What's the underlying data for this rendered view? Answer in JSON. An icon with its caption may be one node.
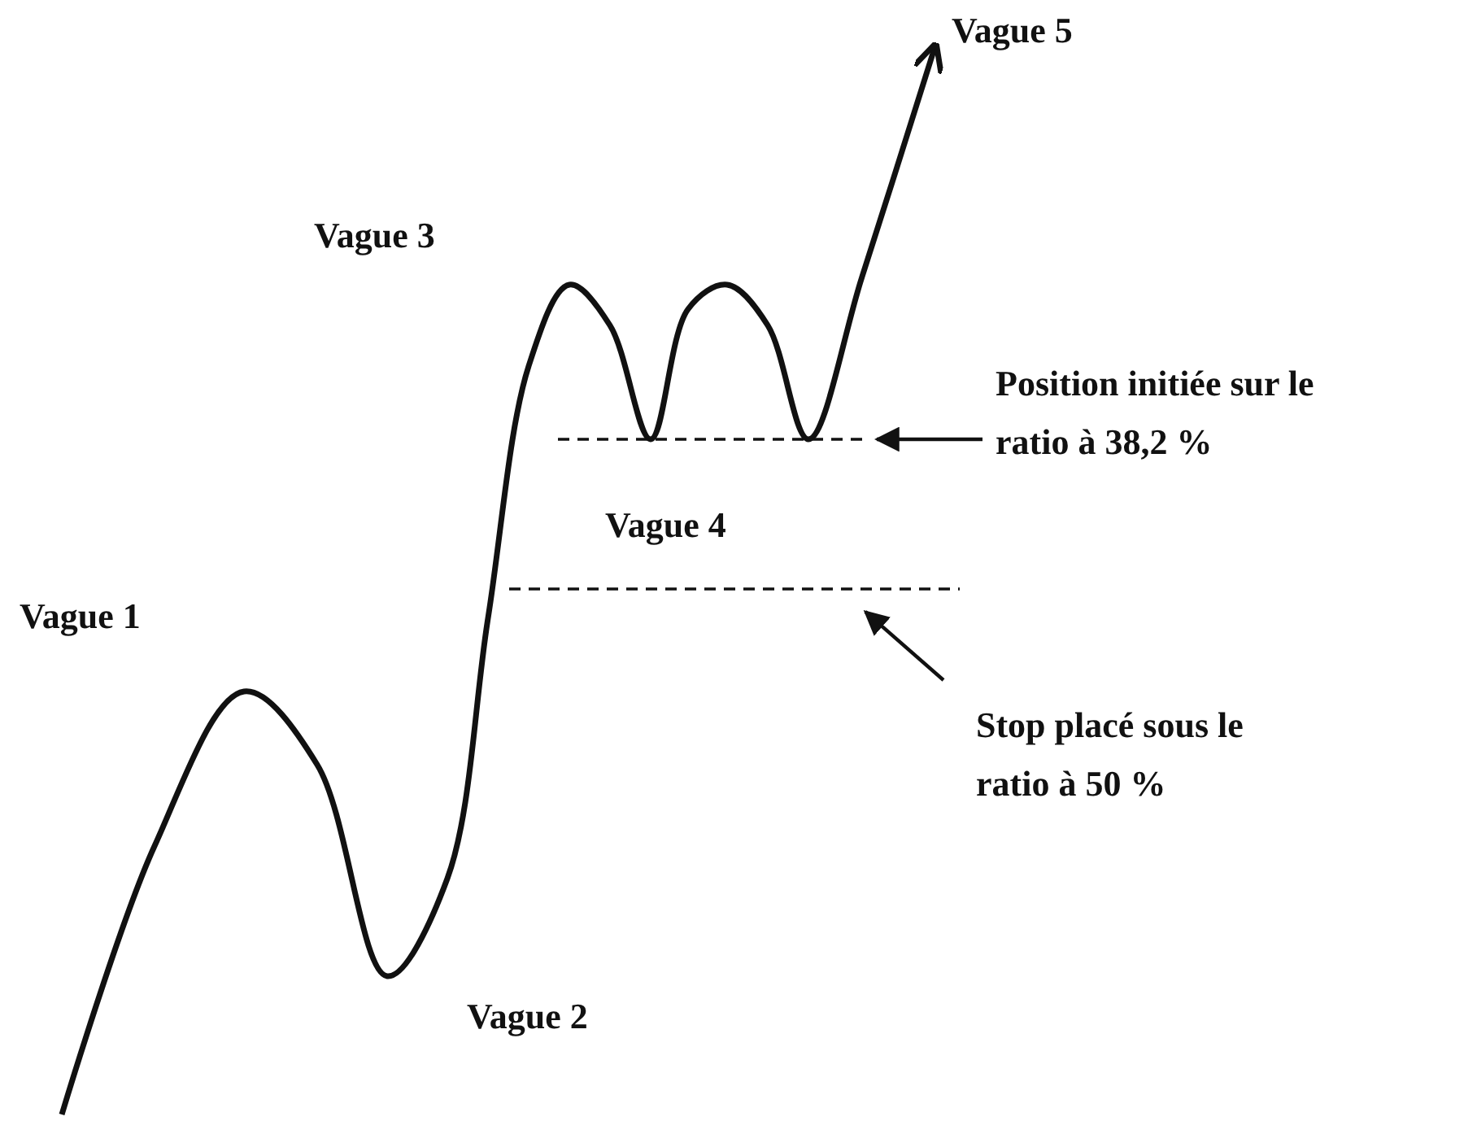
{
  "diagram": {
    "nodes": [
      {
        "text": [
          "Position initiée sur le ratio à 38,2 %"
        ]
      },
      {
        "text": [],
        "shape": "line"
      },
      {
        "text": [
          "Stop placé sous le ratio à 50 %"
        ]
      },
      {
        "text": [],
        "shape": "line"
      }
    ],
    "edges": [
      {
        "from": 0,
        "to": 1,
        "arrow": "to"
      },
      {
        "from": 2,
        "to": 3,
        "arrow": "to"
      }
    ],
    "labels": [
      "Vague 5",
      "Vague 3",
      "Vague 4",
      "Vague 1",
      "Vague 2"
    ]
  }
}
